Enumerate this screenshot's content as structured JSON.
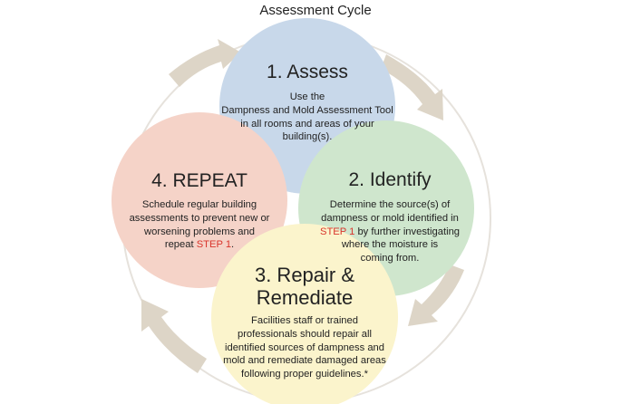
{
  "title": "Assessment Cycle",
  "colors": {
    "assess": "#c8d8ea",
    "identify": "#cfe6cd",
    "remediate": "#fbf4cc",
    "repeat": "#f5d3c8",
    "arrow": "#ddd5c7",
    "highlight": "#d9352c"
  },
  "steps": {
    "assess": {
      "title": "1. Assess",
      "body": [
        "Use the",
        "Dampness and Mold Assessment Tool",
        "in all rooms and areas of your",
        "building(s)."
      ]
    },
    "identify": {
      "title": "2. Identify",
      "body_line1": "Determine the source(s) of",
      "body_line2": "dampness or mold identified in",
      "body_ref": "STEP 1",
      "body_line3_rest": " by further investigating",
      "body_line4": "where the moisture is",
      "body_line5": "coming from."
    },
    "remediate": {
      "title_line1": "3. Repair &",
      "title_line2": "Remediate",
      "body": [
        "Facilities staff or trained",
        "professionals should repair all",
        "identified sources of dampness and",
        "mold and remediate damaged areas",
        "following proper guidelines.*"
      ]
    },
    "repeat": {
      "title": "4. REPEAT",
      "body_line1": "Schedule regular building",
      "body_line2": "assessments to prevent new or",
      "body_line3": "worsening problems and",
      "body_line4_start": "repeat ",
      "body_ref": "STEP 1",
      "body_line4_end": "."
    }
  }
}
